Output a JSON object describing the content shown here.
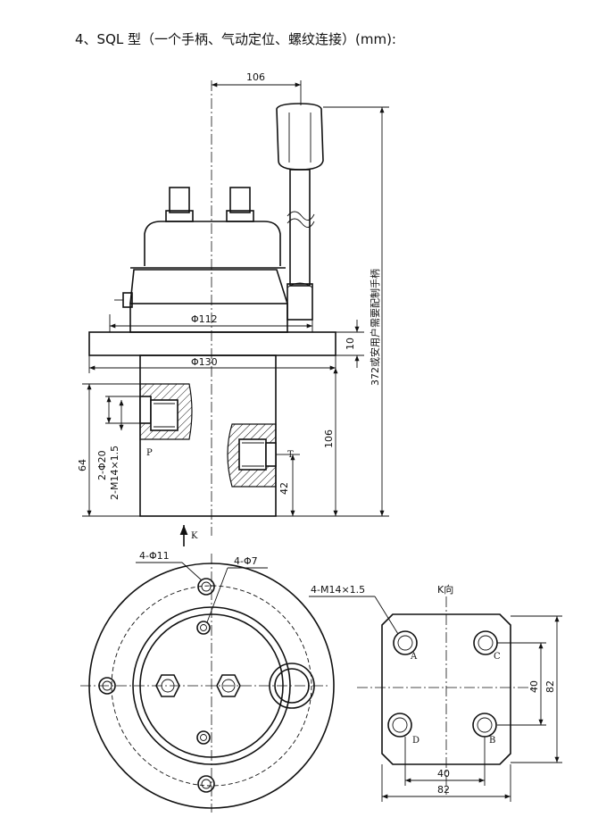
{
  "title": "4、SQL 型（一个手柄、气动定位、螺纹连接）(mm):",
  "dims": {
    "width_top": "106",
    "dia_112": "Φ112",
    "dia_130": "Φ130",
    "flange_10": "10",
    "height_106": "106",
    "height_42": "42",
    "height_64": "64",
    "port_2phi20": "2-Φ20",
    "port_2m14": "2-M14×1.5",
    "height_372": "372或安用户需要配制手柄",
    "holes_4phi11": "4-Φ11",
    "holes_4phi7": "4-Φ7",
    "ports_4m14": "4-M14×1.5",
    "k_view": "K向",
    "k_arrow": "K",
    "square_40_h": "40",
    "square_82_h": "82",
    "square_40_v": "40",
    "square_82_v": "82"
  },
  "ports": {
    "p": "P",
    "t": "T",
    "a": "A",
    "b": "B",
    "c": "C",
    "d": "D"
  }
}
